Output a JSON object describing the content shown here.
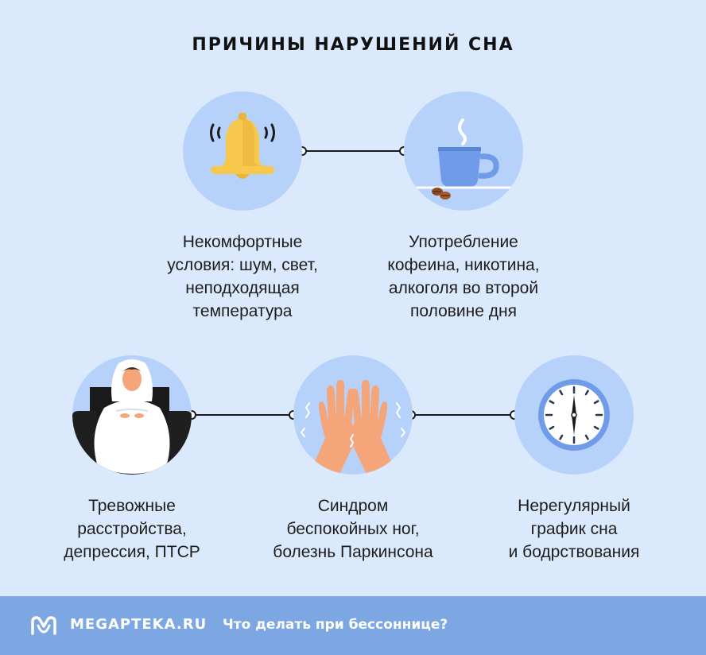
{
  "title": "ПРИЧИНЫ НАРУШЕНИЙ СНА",
  "causes": [
    {
      "icon": "bell-icon",
      "lines": [
        "Некомфортные",
        "условия: шум, свет,",
        "неподходящая",
        "температура"
      ]
    },
    {
      "icon": "coffee-cup-icon",
      "lines": [
        "Употребление",
        "кофеина, никотина,",
        "алкоголя во второй",
        "половине дня"
      ]
    },
    {
      "icon": "anxious-person-icon",
      "lines": [
        "Тревожные",
        "расстройства,",
        "депрессия, ПТСР"
      ]
    },
    {
      "icon": "restless-hands-icon",
      "lines": [
        "Синдром",
        "беспокойных ног,",
        "болезнь Паркинсона"
      ]
    },
    {
      "icon": "clock-icon",
      "lines": [
        "Нерегулярный",
        "график сна",
        "и бодрствования"
      ]
    }
  ],
  "footer": {
    "brand": "MEGAPTEKA.RU",
    "link": "Что делать при бессоннице?",
    "logo_icon": "megapteka-logo-icon"
  },
  "colors": {
    "background": "#dbe9fc",
    "circle": "#b6d2fb",
    "footer": "#7da7e2",
    "bell": "#f6c84c",
    "cup": "#6f9be8",
    "skin": "#f4a57a"
  }
}
